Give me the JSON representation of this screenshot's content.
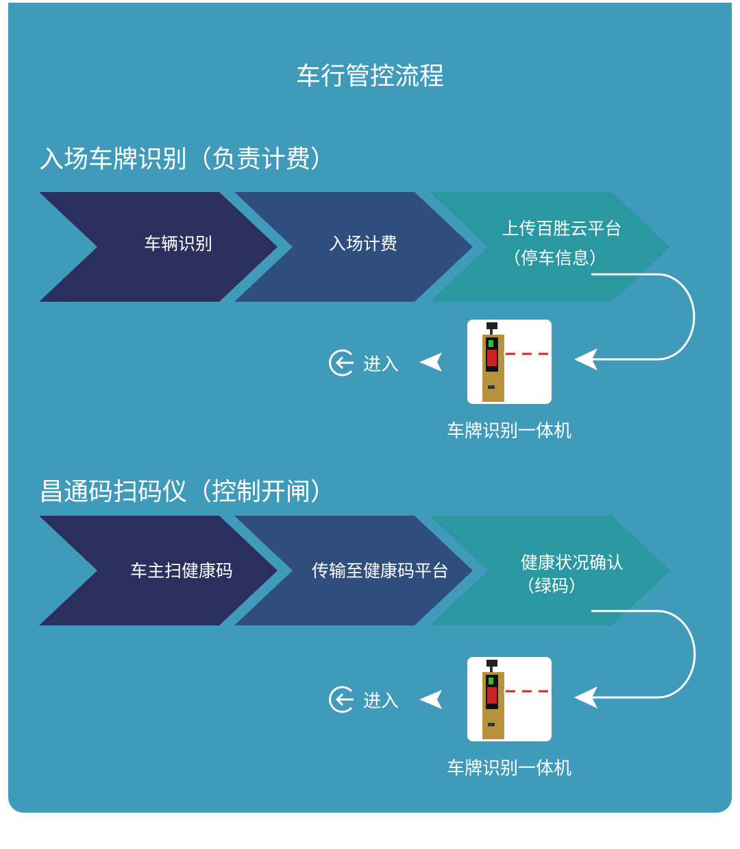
{
  "title": "车行管控流程",
  "sections": [
    {
      "heading": "入场车牌识别（负责计费）",
      "steps": [
        "车辆识别",
        "入场计费",
        "上传百胜云平台",
        "（停车信息）"
      ],
      "enter_label": "进入",
      "device_label": "车牌识别一体机"
    },
    {
      "heading": "昌通码扫码仪（控制开闸）",
      "steps": [
        "车主扫健康码",
        "传输至健康码平台",
        "健康状况确认",
        "（绿码）"
      ],
      "enter_label": "进入",
      "device_label": "车牌识别一体机"
    }
  ],
  "colors": {
    "panel": "#409bbb",
    "chevron1": "#2b2f5e",
    "chevron2": "#2f4e7e",
    "chevron3": "#2a98a0"
  }
}
